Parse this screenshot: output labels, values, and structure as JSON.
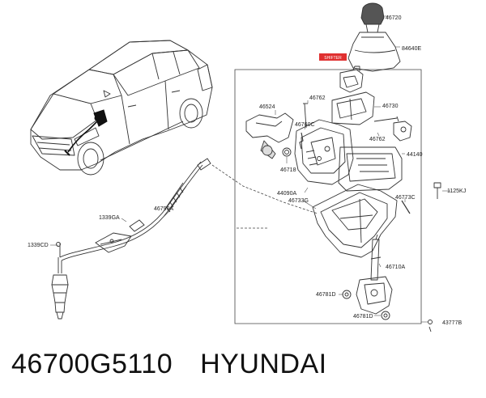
{
  "title_badge": "SHIFTER",
  "part_labels": {
    "p46720": "46720",
    "p84640E": "84640E",
    "p46762a": "46762",
    "p46524": "46524",
    "p46730": "46730",
    "p46760C": "46760C",
    "p46762b": "46762",
    "p46718": "46718",
    "p44140": "44140",
    "p44090A": "44090A",
    "p46733G": "46733G",
    "p1125KJ": "1125KJ",
    "p46773C": "46773C",
    "p46790A": "46790A",
    "p1339GA": "1339GA",
    "p1339CD": "1339CD",
    "p46710A": "46710A",
    "p46781Da": "46781D",
    "p46781Db": "46781D",
    "p43777B": "43777B"
  },
  "footer": {
    "part_number": "46700G5110",
    "brand": "HYUNDAI"
  }
}
